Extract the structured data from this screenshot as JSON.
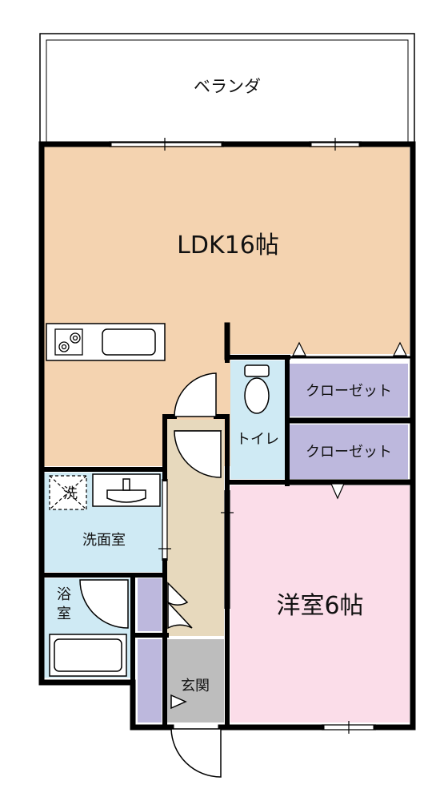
{
  "rooms": {
    "veranda": "ベランダ",
    "ldk": "LDK16帖",
    "toilet": "トイレ",
    "closet_upper": "クローゼット",
    "closet_lower": "クローゼット",
    "washroom": "洗面室",
    "washer": "洗",
    "bath_line1": "浴",
    "bath_line2": "室",
    "western_room": "洋室6帖",
    "entrance": "玄関"
  },
  "colors": {
    "ldk": "#F4D3B0",
    "western_room": "#FBDDE9",
    "closet": "#BDB8DD",
    "wet_area": "#CFEAF4",
    "hallway": "#E7D9BD",
    "entrance": "#BDBDBD",
    "wall": "#000000",
    "veranda": "#FFFFFF"
  }
}
